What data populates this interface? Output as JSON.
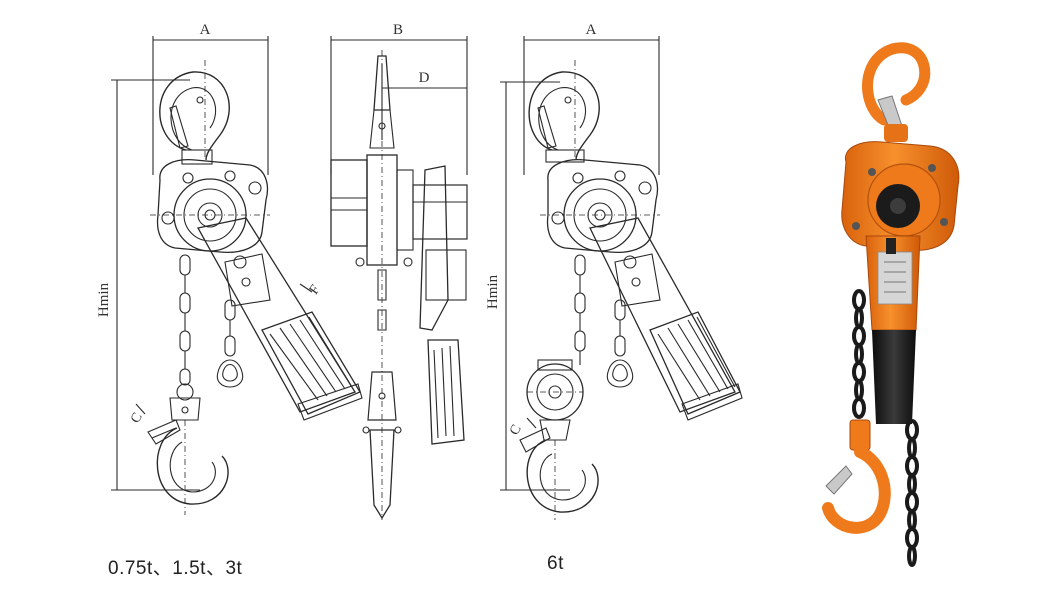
{
  "drawing": {
    "dim_a_left": "A",
    "dim_b": "B",
    "dim_d": "D",
    "dim_a_right": "A",
    "dim_hmin_left": "Hmin",
    "dim_hmin_right": "Hmin",
    "dim_c_left": "C",
    "dim_c_right": "C",
    "dim_f": "F"
  },
  "captions": {
    "left": "0.75t、1.5t、3t",
    "right": "6t"
  },
  "colors": {
    "line": "#2a2a2a",
    "product_orange": "#f07d1e",
    "product_dark": "#1b1b1b"
  },
  "icons": {
    "photo": "lever-hoist-photo"
  }
}
